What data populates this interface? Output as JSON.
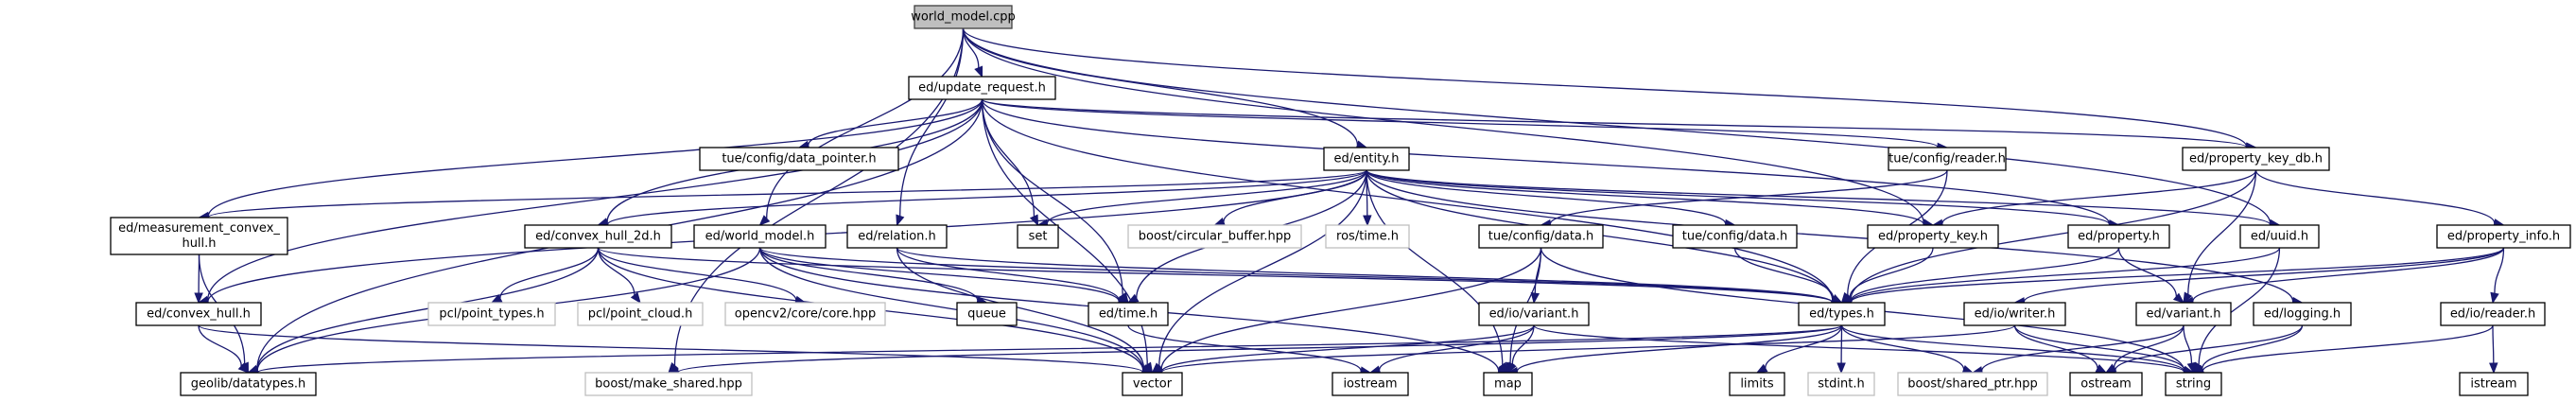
{
  "title": "world_model.cpp",
  "colors": {
    "edge": "#191970",
    "root_fill": "#bfbfbf",
    "documented_border": "#000000",
    "external_border": "#bfbfbf"
  },
  "nodes": [
    {
      "id": "world_model_cpp",
      "label": "world_model.cpp",
      "kind": "root"
    },
    {
      "id": "update_request",
      "label": "ed/update_request.h",
      "kind": "doc"
    },
    {
      "id": "entity",
      "label": "ed/entity.h",
      "kind": "doc"
    },
    {
      "id": "property_key_db",
      "label": "ed/property_key_db.h",
      "kind": "doc"
    },
    {
      "id": "tue_reader",
      "label": "tue/config/reader.h",
      "kind": "doc"
    },
    {
      "id": "data_pointer",
      "label": "tue/config/data_pointer.h",
      "kind": "doc"
    },
    {
      "id": "meas_hull",
      "label": "ed/measurement_convex_hull.h",
      "kind": "doc"
    },
    {
      "id": "relation",
      "label": "ed/relation.h",
      "kind": "doc"
    },
    {
      "id": "set",
      "label": "set",
      "kind": "doc"
    },
    {
      "id": "circ_buf",
      "label": "boost/circular_buffer.hpp",
      "kind": "ext"
    },
    {
      "id": "ros_time",
      "label": "ros/time.h",
      "kind": "ext"
    },
    {
      "id": "tue_data_a",
      "label": "tue/config/data.h",
      "kind": "doc"
    },
    {
      "id": "tue_data_b",
      "label": "tue/config/data.h",
      "kind": "doc"
    },
    {
      "id": "property_key",
      "label": "ed/property_key.h",
      "kind": "doc"
    },
    {
      "id": "property",
      "label": "ed/property.h",
      "kind": "doc"
    },
    {
      "id": "uuid",
      "label": "ed/uuid.h",
      "kind": "doc"
    },
    {
      "id": "property_info",
      "label": "ed/property_info.h",
      "kind": "doc"
    },
    {
      "id": "convex_hull_2d",
      "label": "ed/convex_hull_2d.h",
      "kind": "doc"
    },
    {
      "id": "world_model_h",
      "label": "ed/world_model.h",
      "kind": "doc"
    },
    {
      "id": "convex_hull",
      "label": "ed/convex_hull.h",
      "kind": "doc"
    },
    {
      "id": "pcl_types",
      "label": "pcl/point_types.h",
      "kind": "ext"
    },
    {
      "id": "pcl_cloud",
      "label": "pcl/point_cloud.h",
      "kind": "ext"
    },
    {
      "id": "opencv",
      "label": "opencv2/core/core.hpp",
      "kind": "ext"
    },
    {
      "id": "queue",
      "label": "queue",
      "kind": "doc"
    },
    {
      "id": "time_h",
      "label": "ed/time.h",
      "kind": "doc"
    },
    {
      "id": "io_variant",
      "label": "ed/io/variant.h",
      "kind": "doc"
    },
    {
      "id": "types",
      "label": "ed/types.h",
      "kind": "doc"
    },
    {
      "id": "io_writer",
      "label": "ed/io/writer.h",
      "kind": "doc"
    },
    {
      "id": "variant",
      "label": "ed/variant.h",
      "kind": "doc"
    },
    {
      "id": "logging",
      "label": "ed/logging.h",
      "kind": "doc"
    },
    {
      "id": "io_reader",
      "label": "ed/io/reader.h",
      "kind": "doc"
    },
    {
      "id": "geolib",
      "label": "geolib/datatypes.h",
      "kind": "doc"
    },
    {
      "id": "make_shared",
      "label": "boost/make_shared.hpp",
      "kind": "ext"
    },
    {
      "id": "vector",
      "label": "vector",
      "kind": "doc"
    },
    {
      "id": "iostream",
      "label": "iostream",
      "kind": "doc"
    },
    {
      "id": "map",
      "label": "map",
      "kind": "doc"
    },
    {
      "id": "limits",
      "label": "limits",
      "kind": "doc"
    },
    {
      "id": "stdint",
      "label": "stdint.h",
      "kind": "ext"
    },
    {
      "id": "shared_ptr",
      "label": "boost/shared_ptr.hpp",
      "kind": "ext"
    },
    {
      "id": "ostream",
      "label": "ostream",
      "kind": "doc"
    },
    {
      "id": "string",
      "label": "string",
      "kind": "doc"
    },
    {
      "id": "istream",
      "label": "istream",
      "kind": "doc"
    }
  ],
  "edges": [
    [
      "world_model_cpp",
      "update_request"
    ],
    [
      "world_model_cpp",
      "entity"
    ],
    [
      "world_model_cpp",
      "property_key_db"
    ],
    [
      "world_model_cpp",
      "world_model_h"
    ],
    [
      "world_model_cpp",
      "relation"
    ],
    [
      "world_model_cpp",
      "make_shared"
    ],
    [
      "world_model_cpp",
      "property_key"
    ],
    [
      "world_model_cpp",
      "uuid"
    ],
    [
      "update_request",
      "data_pointer"
    ],
    [
      "update_request",
      "meas_hull"
    ],
    [
      "update_request",
      "convex_hull"
    ],
    [
      "update_request",
      "convex_hull_2d"
    ],
    [
      "update_request",
      "set"
    ],
    [
      "update_request",
      "time_h"
    ],
    [
      "update_request",
      "types"
    ],
    [
      "update_request",
      "property_key_db"
    ],
    [
      "update_request",
      "tue_reader"
    ],
    [
      "update_request",
      "property"
    ],
    [
      "update_request",
      "geolib"
    ],
    [
      "update_request",
      "vector"
    ],
    [
      "entity",
      "convex_hull_2d"
    ],
    [
      "entity",
      "meas_hull"
    ],
    [
      "entity",
      "convex_hull"
    ],
    [
      "entity",
      "set"
    ],
    [
      "entity",
      "circ_buf"
    ],
    [
      "entity",
      "ros_time"
    ],
    [
      "entity",
      "map"
    ],
    [
      "entity",
      "tue_data_b"
    ],
    [
      "entity",
      "property_key"
    ],
    [
      "entity",
      "property"
    ],
    [
      "entity",
      "uuid"
    ],
    [
      "entity",
      "logging"
    ],
    [
      "entity",
      "types"
    ],
    [
      "entity",
      "vector"
    ],
    [
      "entity",
      "time_h"
    ],
    [
      "tue_reader",
      "tue_data_a"
    ],
    [
      "tue_reader",
      "types"
    ],
    [
      "property_key_db",
      "property_key"
    ],
    [
      "property_key_db",
      "property_info"
    ],
    [
      "property_key_db",
      "types"
    ],
    [
      "property_key_db",
      "variant"
    ],
    [
      "meas_hull",
      "convex_hull"
    ],
    [
      "meas_hull",
      "geolib"
    ],
    [
      "convex_hull",
      "geolib"
    ],
    [
      "convex_hull",
      "vector"
    ],
    [
      "convex_hull_2d",
      "pcl_types"
    ],
    [
      "convex_hull_2d",
      "pcl_cloud"
    ],
    [
      "convex_hull_2d",
      "opencv"
    ],
    [
      "convex_hull_2d",
      "geolib"
    ],
    [
      "convex_hull_2d",
      "vector"
    ],
    [
      "convex_hull_2d",
      "types"
    ],
    [
      "world_model_h",
      "queue"
    ],
    [
      "world_model_h",
      "time_h"
    ],
    [
      "world_model_h",
      "types"
    ],
    [
      "world_model_h",
      "vector"
    ],
    [
      "world_model_h",
      "map"
    ],
    [
      "world_model_h",
      "geolib"
    ],
    [
      "relation",
      "time_h"
    ],
    [
      "relation",
      "types"
    ],
    [
      "relation",
      "vector"
    ],
    [
      "time_h",
      "iostream"
    ],
    [
      "tue_data_a",
      "io_variant"
    ],
    [
      "tue_data_a",
      "map"
    ],
    [
      "tue_data_a",
      "vector"
    ],
    [
      "tue_data_a",
      "string"
    ],
    [
      "tue_data_b",
      "types"
    ],
    [
      "io_variant",
      "map"
    ],
    [
      "io_variant",
      "iostream"
    ],
    [
      "io_variant",
      "vector"
    ],
    [
      "io_variant",
      "string"
    ],
    [
      "property_key",
      "types"
    ],
    [
      "property",
      "types"
    ],
    [
      "property",
      "variant"
    ],
    [
      "uuid",
      "types"
    ],
    [
      "uuid",
      "string"
    ],
    [
      "property_info",
      "types"
    ],
    [
      "property_info",
      "io_writer"
    ],
    [
      "property_info",
      "variant"
    ],
    [
      "property_info",
      "io_reader"
    ],
    [
      "types",
      "limits"
    ],
    [
      "types",
      "stdint"
    ],
    [
      "types",
      "shared_ptr"
    ],
    [
      "types",
      "make_shared"
    ],
    [
      "types",
      "map"
    ],
    [
      "types",
      "geolib"
    ],
    [
      "types",
      "string"
    ],
    [
      "io_writer",
      "ostream"
    ],
    [
      "io_writer",
      "string"
    ],
    [
      "io_writer",
      "vector"
    ],
    [
      "variant",
      "string"
    ],
    [
      "variant",
      "shared_ptr"
    ],
    [
      "variant",
      "ostream"
    ],
    [
      "logging",
      "string"
    ],
    [
      "logging",
      "ostream"
    ],
    [
      "io_reader",
      "istream"
    ],
    [
      "io_reader",
      "string"
    ]
  ]
}
